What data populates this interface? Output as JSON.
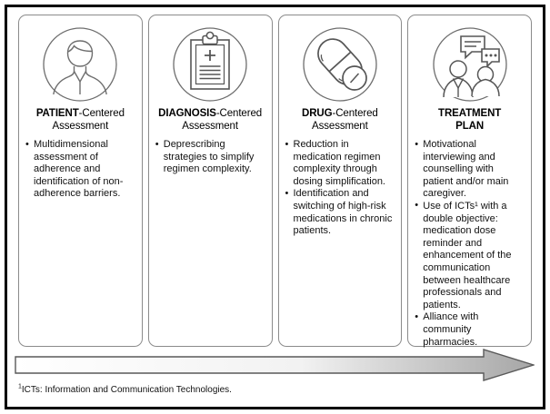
{
  "figure": {
    "panels": [
      {
        "icon": "patient-person-icon",
        "title_lead": "PATIENT",
        "title_rest": "-Centered",
        "title_line2": "Assessment",
        "bullets": [
          "Multidimensional assessment of adherence and identification of non-adherence barriers."
        ]
      },
      {
        "icon": "diagnosis-clipboard-icon",
        "title_lead": "DIAGNOSIS",
        "title_rest": "-Centered",
        "title_line2": "Assessment",
        "bullets": [
          "Deprescribing strategies to simplify regimen complexity."
        ]
      },
      {
        "icon": "drug-pill-icon",
        "title_lead": "DRUG",
        "title_rest": "-Centered",
        "title_line2": "Assessment",
        "bullets": [
          "Reduction in medication regimen complexity through dosing simplification.",
          "Identification and switching of high-risk medications in chronic patients."
        ]
      },
      {
        "icon": "treatment-conversation-icon",
        "title_lead": "TREATMENT",
        "title_rest": "",
        "title_line2": "PLAN",
        "bullets": [
          "Motivational interviewing and counselling with patient and/or main caregiver.",
          "Use of ICTs¹ with a double objective: medication dose reminder and enhancement of the communication between healthcare professionals and patients.",
          "Alliance with community pharmacies."
        ]
      }
    ],
    "arrow": {
      "name": "progression-arrow",
      "direction": "left-to-right",
      "fill_start": "#ffffff",
      "fill_end": "#a6a6a6",
      "stroke": "#595959"
    },
    "footnote_marker": "1",
    "footnote": "ICTs: Information and Communication Technologies.",
    "colors": {
      "border": "#000000",
      "panel_border": "#8b8b8b",
      "text": "#111111",
      "icon_stroke": "#6e6e6e"
    }
  }
}
